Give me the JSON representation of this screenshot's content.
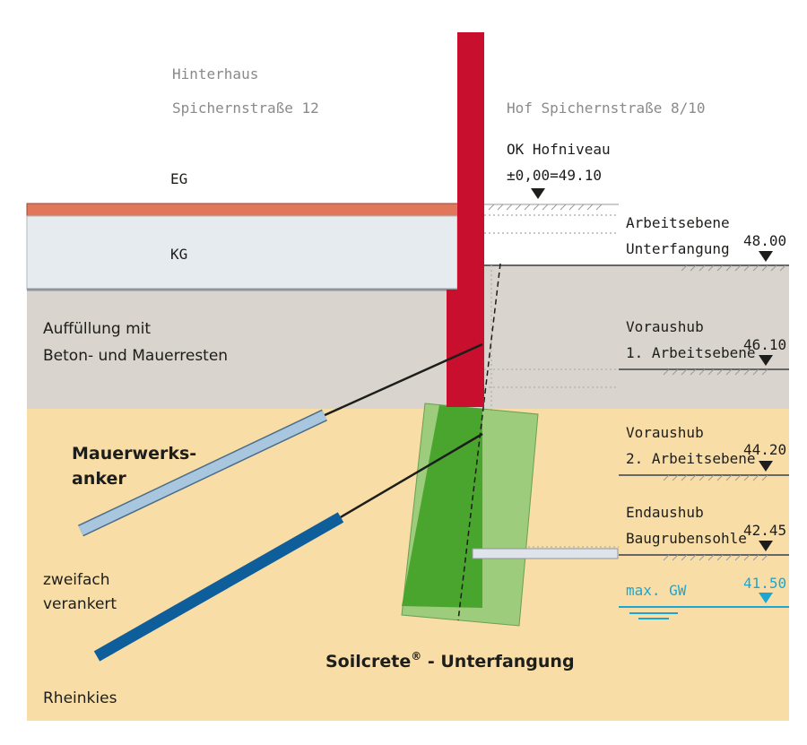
{
  "labels": {
    "hinterhaus_line1": "Hinterhaus",
    "hinterhaus_line2": "Spichernstraße 12",
    "hof": "Hof Spichernstraße 8/10",
    "ok_line1": "OK Hofniveau",
    "ok_line2": "±0,00=49.10",
    "eg": "EG",
    "kg": "KG",
    "fill_line1": "Auffüllung mit",
    "fill_line2": "Beton- und Mauerresten",
    "anchor_line1": "Mauerwerks-",
    "anchor_line2": "anker",
    "double_line1": "zweifach",
    "double_line2": "verankert",
    "rheinkies": "Rheinkies",
    "soilcrete_main": "Soilcrete",
    "soilcrete_reg": "®",
    "soilcrete_rest": " - Unterfangung"
  },
  "levels": [
    {
      "line1": "Arbeitsebene",
      "line2": "Unterfangung",
      "value": "48.00"
    },
    {
      "line1": "Voraushub",
      "line2": "1. Arbeitsebene",
      "value": "46.10"
    },
    {
      "line1": "Voraushub",
      "line2": "2. Arbeitsebene",
      "value": "44.20"
    },
    {
      "line1": "Endaushub",
      "line2": "Baugrubensohle",
      "value": "42.45"
    }
  ],
  "groundwater": {
    "label": "max. GW",
    "value": "41.50"
  },
  "colors": {
    "wall": "#c8102e",
    "slab": "#e0765a",
    "basement": "#e6ebef",
    "fill_soil": "#d9d4cd",
    "gravel": "#f8dea6",
    "soilcrete_light": "#9ccc7c",
    "soilcrete_dark": "#4aa52e",
    "anchor_light": "#a9c6df",
    "anchor_dark": "#0d5e9a",
    "water": "#1aa7d4"
  }
}
